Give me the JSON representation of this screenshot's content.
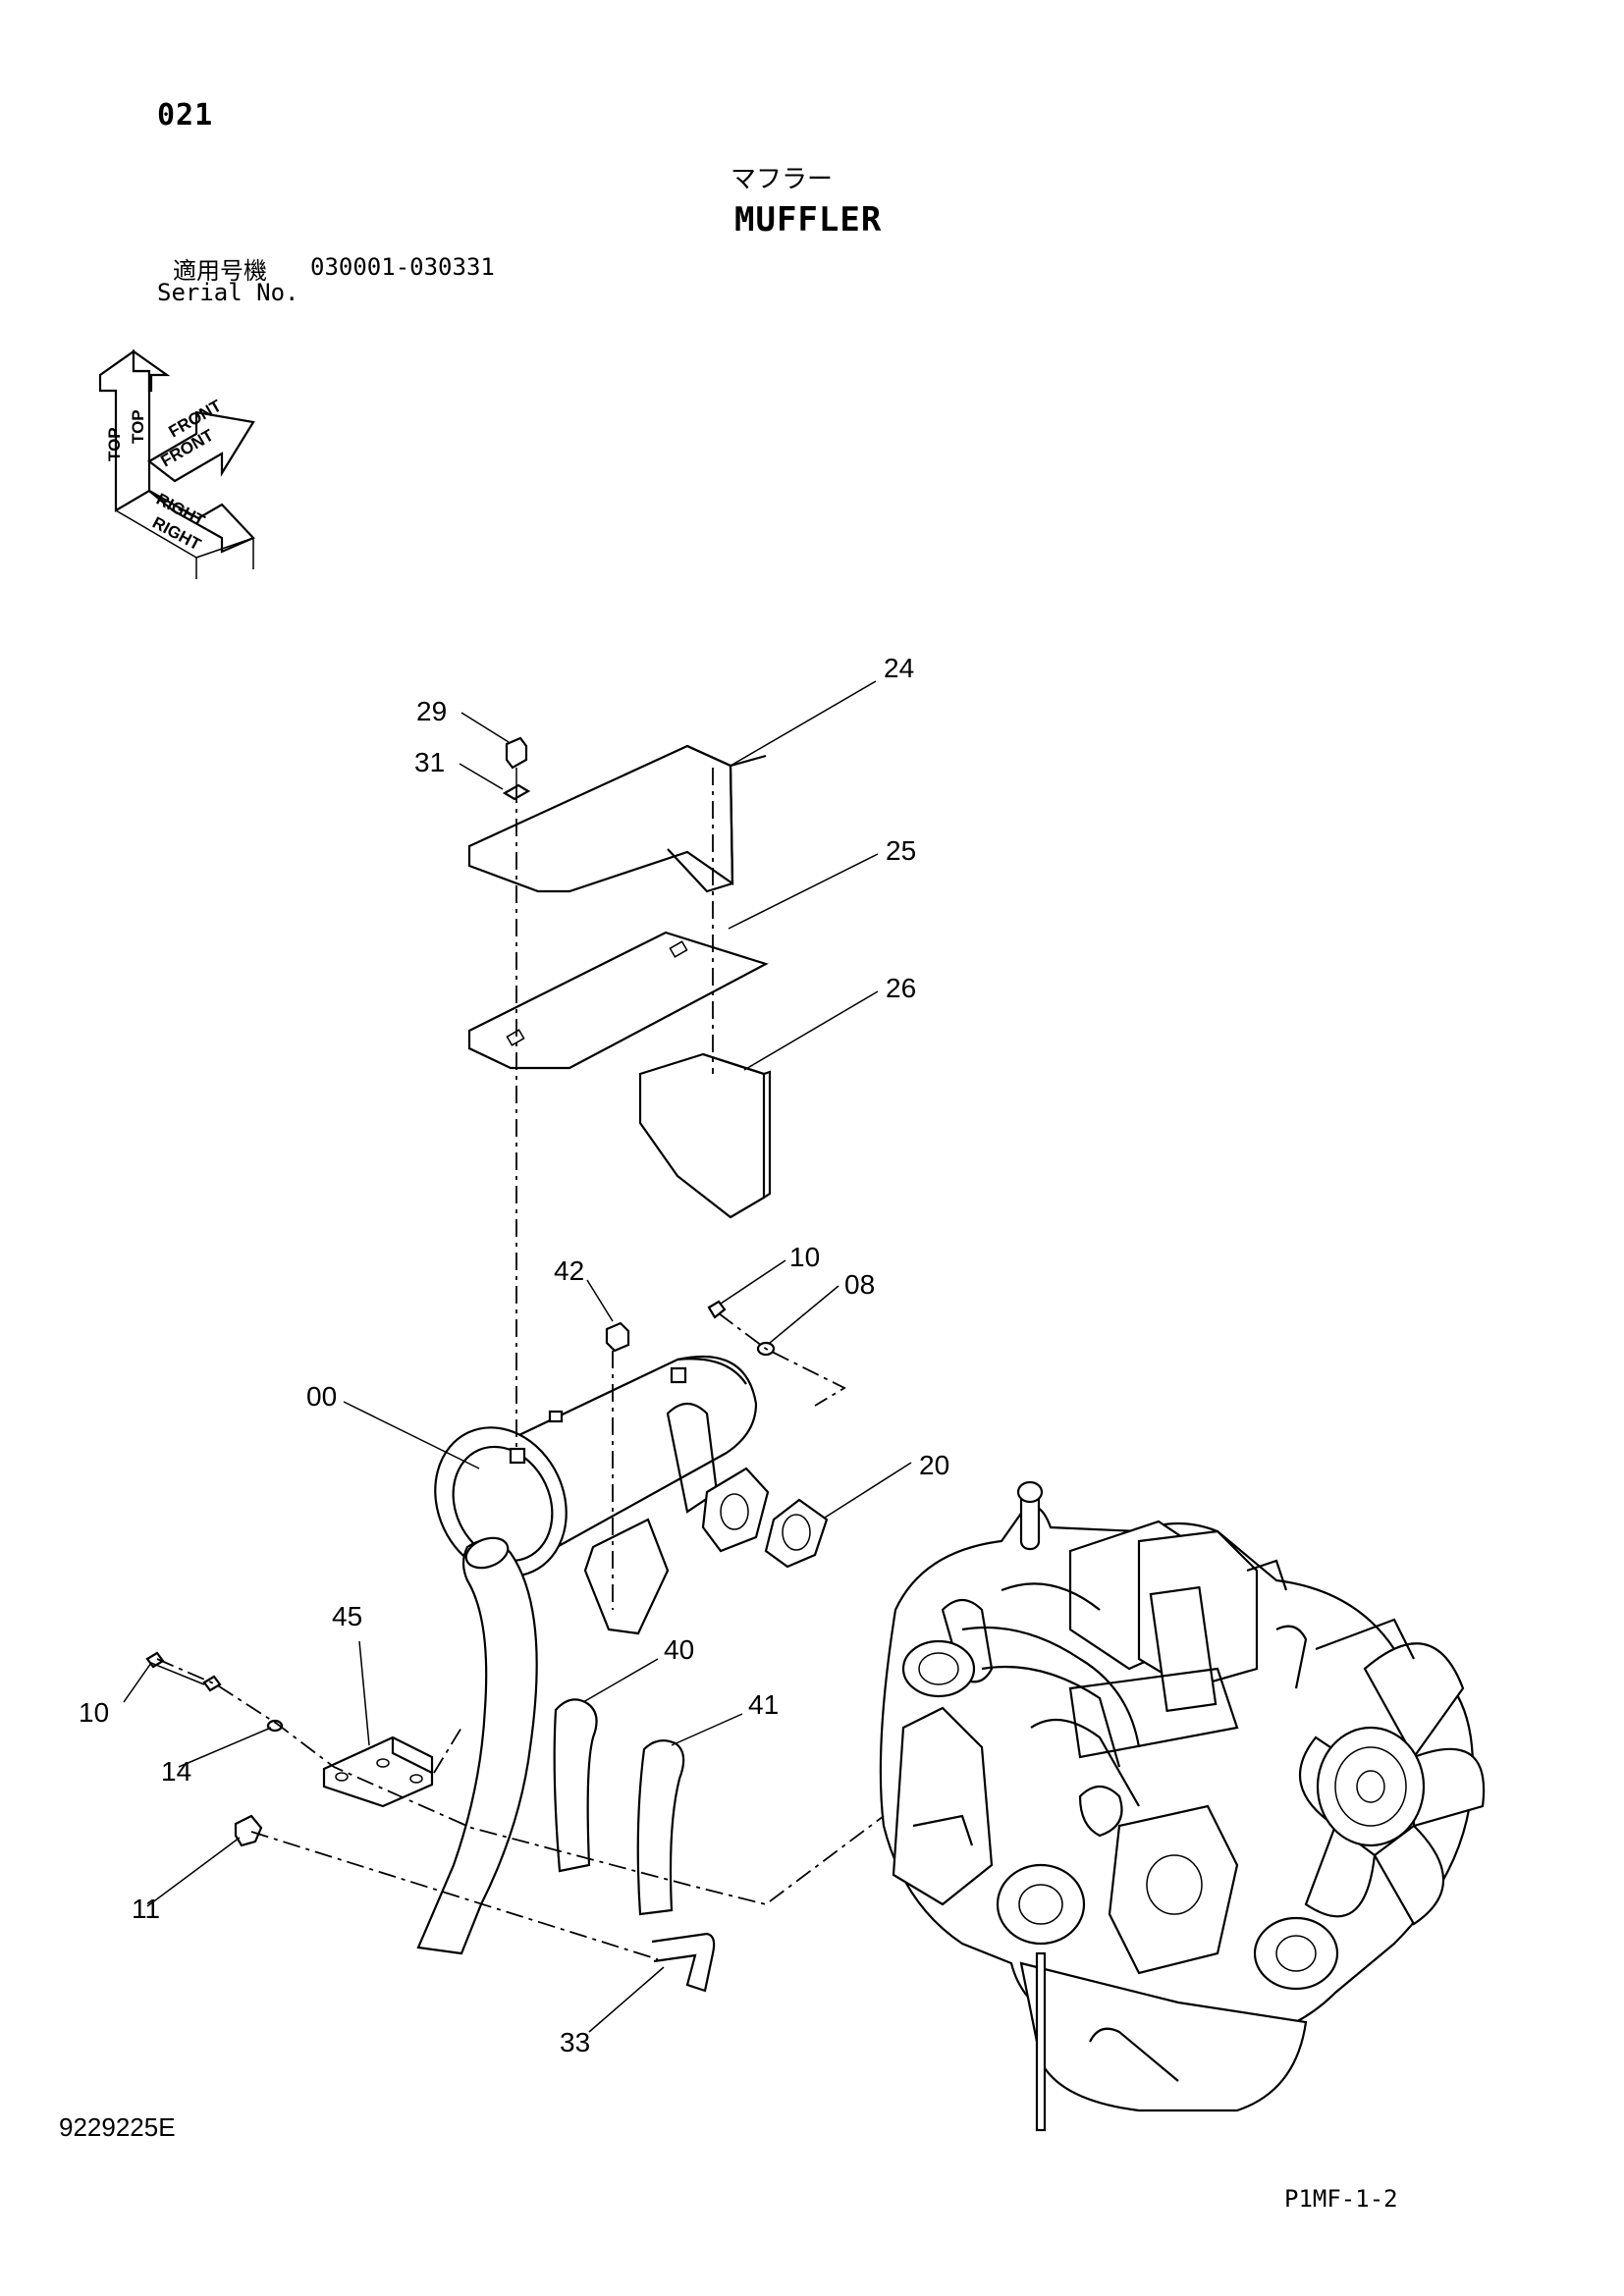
{
  "header": {
    "page_number": "021",
    "title_jp": "マフラー",
    "title_en": "MUFFLER",
    "serial_label_jp": "適用号機",
    "serial_range": "030001-030331",
    "serial_label_en": "Serial No."
  },
  "orientation": {
    "top": "TOP",
    "front": "FRONT",
    "right": "RIGHT"
  },
  "callouts": {
    "c00": "00",
    "c08": "08",
    "c10_a": "10",
    "c10_b": "10",
    "c11": "11",
    "c14": "14",
    "c20": "20",
    "c24": "24",
    "c25": "25",
    "c26": "26",
    "c29": "29",
    "c31": "31",
    "c33": "33",
    "c40": "40",
    "c41": "41",
    "c42": "42",
    "c45": "45"
  },
  "footer": {
    "doc_number": "9229225E",
    "page_code": "P1MF-1-2"
  }
}
